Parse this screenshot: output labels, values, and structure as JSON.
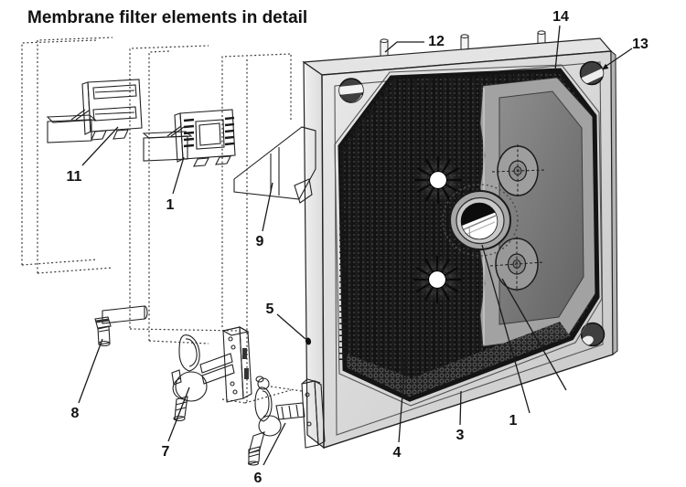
{
  "title": "Membrane filter elements in detail",
  "callouts": {
    "c1": "1",
    "c3": "3",
    "c4": "4",
    "c5": "5",
    "c6": "6",
    "c7": "7",
    "c8": "8",
    "c9": "9",
    "c11": "11",
    "c12": "12",
    "c13": "13",
    "c14": "14"
  },
  "colors": {
    "line": "#1a1a1a",
    "plate_front": "#d6d6d6",
    "plate_side": "#ebebeb",
    "plate_top": "#e3e3e3",
    "membrane_dark": "#161616",
    "membrane_gray": "#a2a2a2",
    "membrane_gray_inner": "#7d7d7d",
    "hole_white": "#ffffff",
    "background": "#ffffff"
  }
}
